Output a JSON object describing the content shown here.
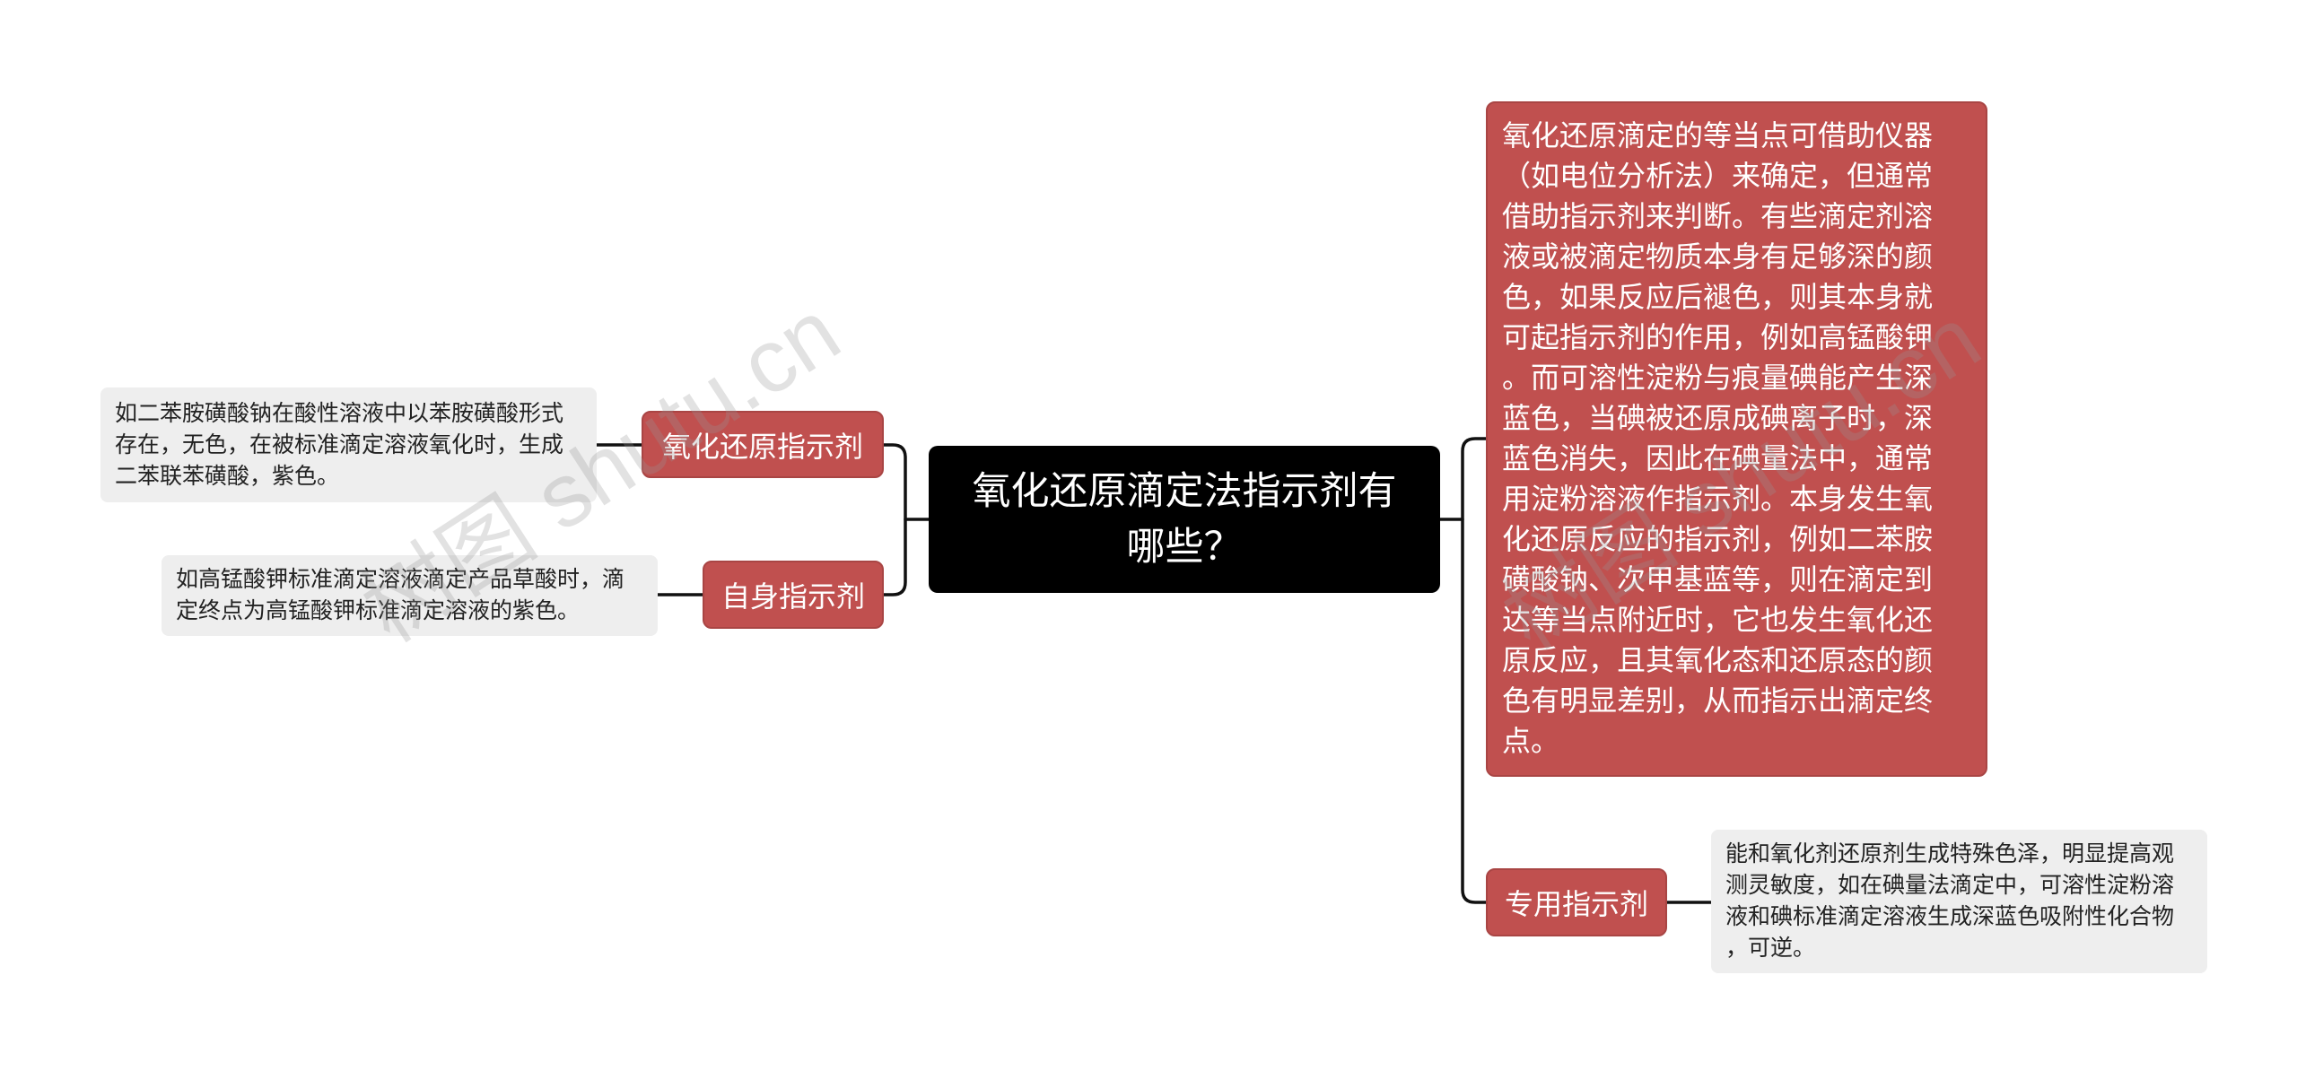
{
  "center": {
    "lines": [
      "氧化还原滴定法指示剂有",
      "哪些？"
    ]
  },
  "left_branches": [
    {
      "label": "氧化还原指示剂",
      "detail_lines": [
        "如二苯胺磺酸钠在酸性溶液中以苯胺磺酸形式",
        "存在，无色，在被标准滴定溶液氧化时，生成",
        "二苯联苯磺酸，紫色。"
      ]
    },
    {
      "label": "自身指示剂",
      "detail_lines": [
        "如高锰酸钾标准滴定溶液滴定产品草酸时，滴",
        "定终点为高锰酸钾标准滴定溶液的紫色。"
      ]
    }
  ],
  "right_branches": [
    {
      "lines": [
        "氧化还原滴定的等当点可借助仪器",
        "（如电位分析法）来确定，但通常",
        "借助指示剂来判断。有些滴定剂溶",
        "液或被滴定物质本身有足够深的颜",
        "色，如果反应后褪色，则其本身就",
        "可起指示剂的作用，例如高锰酸钾",
        "。而可溶性淀粉与痕量碘能产生深",
        "蓝色，当碘被还原成碘离子时，深",
        "蓝色消失，因此在碘量法中，通常",
        "用淀粉溶液作指示剂。本身发生氧",
        "化还原反应的指示剂，例如二苯胺",
        "磺酸钠、次甲基蓝等，则在滴定到",
        "达等当点附近时，它也发生氧化还",
        "原反应，且其氧化态和还原态的颜",
        "色有明显差别，从而指示出滴定终",
        "点。"
      ]
    },
    {
      "label": "专用指示剂",
      "detail_lines": [
        "能和氧化剂还原剂生成特殊色泽，明显提高观",
        "测灵敏度，如在碘量法滴定中，可溶性淀粉溶",
        "液和碘标准滴定溶液生成深蓝色吸附性化合物",
        "，可逆。"
      ]
    }
  ],
  "watermark": "树图 shutu.cn",
  "colors": {
    "center_node": "#000000",
    "branch_node": "#C0504F",
    "leaf_node": "#EEEEEE",
    "connector": "#111111"
  }
}
